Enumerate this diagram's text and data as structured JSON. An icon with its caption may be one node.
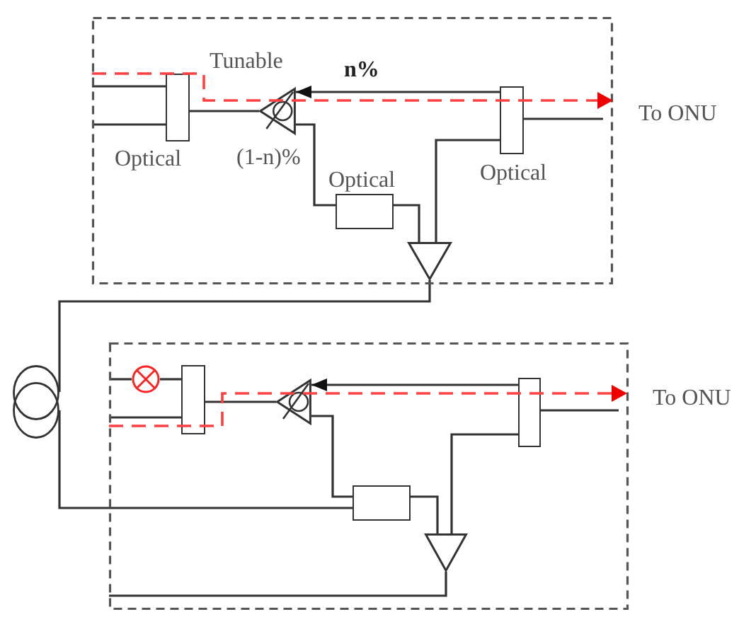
{
  "diagram": {
    "nodes": [
      {
        "text": [],
        "shape": "box"
      },
      {
        "text": [
          "Optical"
        ],
        "in": 0
      },
      {
        "text": [
          "Tunable"
        ],
        "beside": [
          "(1-n)%"
        ],
        "in": 0
      },
      {
        "text": [
          "Optical"
        ],
        "in": 0
      },
      {
        "text": [
          "Optical"
        ],
        "in": 0
      },
      {
        "text": [],
        "shape": "triangle",
        "in": 0
      },
      {
        "text": [],
        "shape": "coil"
      },
      {
        "text": [],
        "shape": "box"
      },
      {
        "text": [],
        "shape": "circle",
        "in": 7
      },
      {
        "text": [],
        "shape": "box",
        "in": 7
      },
      {
        "text": [],
        "shape": "triangle",
        "in": 7
      },
      {
        "text": [],
        "shape": "box",
        "in": 7
      },
      {
        "text": [],
        "shape": "box",
        "in": 7
      },
      {
        "text": [],
        "shape": "triangle",
        "in": 7
      }
    ],
    "edges": [
      {
        "from": null,
        "to": 1,
        "arrow": "none"
      },
      {
        "from": null,
        "to": 1,
        "arrow": "none"
      },
      {
        "from": 1,
        "to": 2,
        "arrow": "none"
      },
      {
        "from": 4,
        "to": 2,
        "arrow": "to",
        "label": "n%"
      },
      {
        "from": 2,
        "to": 3,
        "arrow": "none"
      },
      {
        "from": 3,
        "to": 5,
        "arrow": "none"
      },
      {
        "from": 4,
        "to": 5,
        "arrow": "none"
      },
      {
        "from": 4,
        "to": null,
        "arrow": "none"
      },
      {
        "from": 5,
        "to": 6,
        "arrow": "none"
      },
      {
        "from": 6,
        "to": 11,
        "arrow": "none"
      },
      {
        "from": null,
        "to": 8,
        "arrow": "none"
      },
      {
        "from": 8,
        "to": 9,
        "arrow": "none"
      },
      {
        "from": null,
        "to": 9,
        "arrow": "none"
      },
      {
        "from": 9,
        "to": 10,
        "arrow": "none"
      },
      {
        "from": 12,
        "to": 10,
        "arrow": "to"
      },
      {
        "from": 10,
        "to": 11,
        "arrow": "none"
      },
      {
        "from": 11,
        "to": 13,
        "arrow": "none"
      },
      {
        "from": 12,
        "to": 13,
        "arrow": "none"
      },
      {
        "from": 12,
        "to": null,
        "arrow": "none"
      },
      {
        "from": 13,
        "to": null,
        "arrow": "none"
      }
    ],
    "labels": [
      "To ONU",
      "To ONU"
    ]
  }
}
